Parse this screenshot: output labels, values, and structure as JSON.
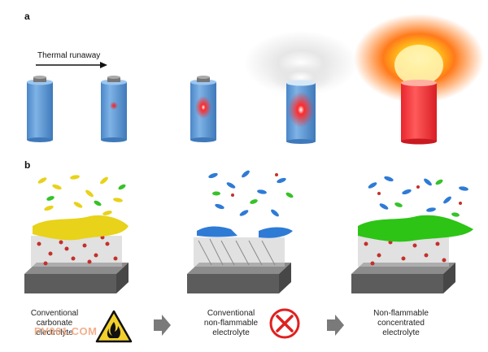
{
  "panel_a": {
    "label": "a",
    "arrow_label": "Thermal runaway"
  },
  "panel_b": {
    "label": "b",
    "captions": [
      {
        "lines": [
          "Conventional",
          "carbonate",
          "electrolyte"
        ]
      },
      {
        "lines": [
          "Conventional",
          "non-flammable",
          "electrolyte"
        ]
      },
      {
        "lines": [
          "Non-flammable",
          "concentrated",
          "electrolyte"
        ]
      }
    ]
  },
  "watermark": "PV001.COM",
  "colors": {
    "battery_blue": "#5b9bd5",
    "heat_red": "#e8262d",
    "layer_yellow": "#e8d21a",
    "layer_blue": "#2e7bd6",
    "layer_green": "#2dc416",
    "substrate_gray": "#6b6b6b",
    "arrow_gray": "#7a7a7a"
  },
  "icons": [
    "flammable-warning-icon",
    "prohibited-cross-icon",
    "right-arrow-icon"
  ]
}
